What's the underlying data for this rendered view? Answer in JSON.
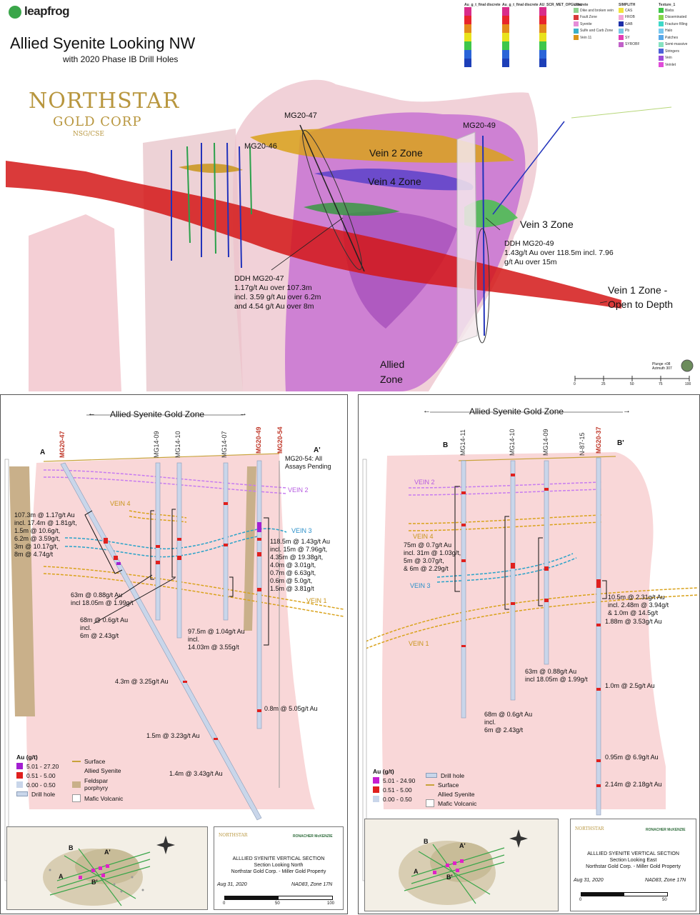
{
  "header": {
    "brand": "leapfrog",
    "title": "Allied Syenite Looking NW",
    "subtitle": "with 2020 Phase IB Drill Holes",
    "company_line1": "NORTHSTAR",
    "company_line2": "GOLD CORP",
    "company_line3": "NSG/CSE"
  },
  "top_legend": {
    "col1_head": "Au_g_t_final discrete",
    "col2_head": "Au_g_t_final discrete",
    "col3_head": "AU_SCR_MET_OPG discrete",
    "col4_head": "Litho",
    "col5_head": "SIMPLITH",
    "col6_head": "Texture_1",
    "litho_items": [
      "Dike and broken vein",
      "Fault Zone",
      "Syenite",
      "Sulfe and Carb Zone",
      "Vein 11"
    ],
    "simplith_items": [
      "CAS",
      "FROB",
      "GAB",
      "Pb",
      "SY",
      "SYROBF"
    ],
    "texture_items": [
      "Blebs",
      "Disseminated",
      "Fracture filling",
      "Halo",
      "Patches",
      "Semi-massive",
      "Stringers",
      "Vein",
      "Veinlet"
    ],
    "plunge": "Plunge +08",
    "azimuth": "Azimuth 307",
    "scale_ticks": [
      "0",
      "25",
      "50",
      "75",
      "100"
    ]
  },
  "top_labels": {
    "mg20_47": "MG20-47",
    "mg20_46": "MG20-46",
    "mg20_49": "MG20-49",
    "vein2": "Vein 2 Zone",
    "vein4": "Vein 4 Zone",
    "vein3": "Vein 3 Zone",
    "vein1_line1": "Vein 1 Zone -",
    "vein1_line2": "Open to Depth",
    "allied_line1": "Allied",
    "allied_line2": "Zone",
    "ddh47": "DDH MG20-47\n1.17g/t Au over 107.3m\nincl. 3.59 g/t Au over 6.2m\nand 4.54 g/t Au over 8m",
    "ddh49": "DDH MG20-49\n1.43g/t Au over 118.5m incl. 7.96\ng/t Au over 15m"
  },
  "section_a": {
    "title": "Allied Syenite Gold Zone",
    "letter_a": "A",
    "letter_a2": "A'",
    "holes": [
      "MG20-47",
      "MG14-09",
      "MG14-10",
      "MG14-07",
      "MG20-49",
      "MG20-54"
    ],
    "pending": "MG20-54: All\nAssays Pending",
    "vein2": "VEIN 2",
    "vein4": "VEIN 4",
    "vein3": "VEIN 3",
    "vein1": "VEIN 1",
    "ann1": "107.3m @ 1.17g/t Au\nincl. 17.4m @ 1.81g/t,\n1.5m @ 10.6g/t,\n6.2m @ 3.59g/t,\n3m @ 10.17g/t,\n8m @ 4.74g/t",
    "ann2": "118.5m @ 1.43g/t Au\nincl. 15m @ 7.96g/t,\n4.35m @ 19.38g/t,\n4.0m @ 3.01g/t,\n0.7m @ 6.63g/t,\n0.6m @ 5.0g/t,\n1.5m @ 3.81g/t",
    "ann3": "63m @ 0.88g/t Au\nincl 18.05m @ 1.99g/t",
    "ann4": "68m @ 0.6g/t Au\nincl.\n6m @ 2.43g/t",
    "ann5": "97.5m @ 1.04g/t Au\nincl.\n14.03m @ 3.55g/t",
    "ann6": "4.3m @ 3.25g/t Au",
    "ann7": "0.8m @ 5.05g/t Au",
    "ann8": "1.5m @ 3.23g/t Au",
    "ann9": "1.4m @ 3.43g/t Au",
    "legend": {
      "head": "Au (g/t)",
      "r1": "5.01 - 27.20",
      "r2": "0.51 - 5.00",
      "r3": "0.00 - 0.50",
      "r4": "Drill hole",
      "s1": "Surface",
      "s2": "Allied Syenite",
      "s3": "Feldspar porphyry",
      "s4": "Mafic Volcanic"
    },
    "map_labels": [
      "B",
      "A'",
      "A",
      "B'"
    ],
    "info": [
      "ALLLIED SYENITE VERTICAL SECTION",
      "Section Looking North",
      "Northstar Gold Corp. - Miller Gold Property"
    ],
    "date": "Aug 31, 2020",
    "datum": "NAD83, Zone 17N",
    "scale": [
      "0",
      "50",
      "100"
    ],
    "logo1": "NORTHSTAR",
    "logo2": "RONACHER McKENZIE"
  },
  "section_b": {
    "title": "Allied Syenite Gold Zone",
    "letter_b": "B",
    "letter_b2": "B'",
    "holes": [
      "MG14-11",
      "MG14-10",
      "MG14-09",
      "N-87-15",
      "MG20-37"
    ],
    "vein2": "VEIN 2",
    "vein4": "VEIN 4",
    "vein3": "VEIN 3",
    "vein1": "VEIN 1",
    "ann1": "75m @ 0.7g/t Au\nincl. 31m @ 1.03g/t,\n5m @ 3.07g/t,\n& 6m @ 2.29g/t",
    "ann2": "10.5m @ 2.31g/t Au\nincl. 2.48m @ 3.94g/t\n& 1.0m @ 14.5g/t",
    "ann3": "1.88m @ 3.53g/t Au",
    "ann4": "63m @ 0.88g/t Au\nincl 18.05m @ 1.99g/t",
    "ann5": "68m @ 0.6g/t Au\nincl.\n6m @ 2.43g/t",
    "ann6": "1.0m @ 2.5g/t Au",
    "ann7": "0.95m @ 6.9g/t Au",
    "ann8": "2.14m @ 2.18g/t Au",
    "legend": {
      "head": "Au (g/t)",
      "r1": "5.01 - 24.90",
      "r2": "0.51 - 5.00",
      "r3": "0.00 - 0.50",
      "s0": "Drill hole",
      "s1": "Surface",
      "s2": "Allied Syenite",
      "s4": "Mafic Volcanic"
    },
    "map_labels": [
      "B",
      "A'",
      "A",
      "B'"
    ],
    "info": [
      "ALLLIED SYENITE VERTICAL SECTION",
      "Section Looking East",
      "Northstar Gold Corp. - Miller Gold Property"
    ],
    "date": "Aug 31, 2020",
    "datum": "NAD83, Zone 17N",
    "scale": [
      "0",
      "50"
    ],
    "logo1": "NORTHSTAR",
    "logo2": "RONACHER McKENZIE"
  },
  "colors": {
    "high": "#a31fd1",
    "mid": "#e0201e",
    "low": "#c9d6ea",
    "syenite": "#f9d7d8",
    "porphyry": "#c9b08a",
    "vein_gold": "#d9a21b",
    "vein_purple": "#c77cf0",
    "vein_blue": "#2aa3c9"
  }
}
